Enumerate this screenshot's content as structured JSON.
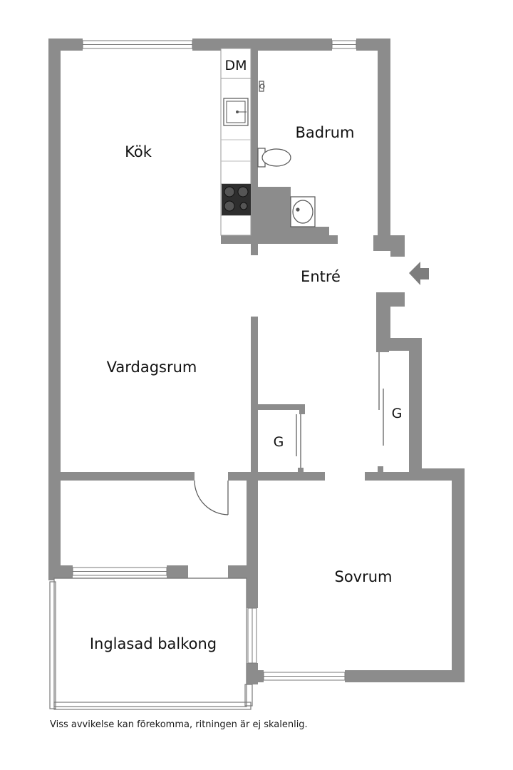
{
  "rooms": {
    "kitchen": "Kök",
    "bathroom": "Badrum",
    "entrance": "Entré",
    "living_room": "Vardagsrum",
    "bedroom": "Sovrum",
    "balcony": "Inglasad balkong",
    "wardrobe_1": "G",
    "wardrobe_2": "G",
    "dishwasher": "DM"
  },
  "disclaimer": "Viss avvikelse kan förekomma, ritningen är ej skalenlig.",
  "colors": {
    "wall": "#8c8c8c",
    "wall_outline": "#6e6e6e",
    "background": "#ffffff",
    "fixture_line": "#555555",
    "stove": "#333333"
  },
  "icons": [
    "entrance-arrow-icon",
    "stove-icon",
    "sink-icon",
    "toilet-icon",
    "washbasin-icon",
    "faucet-icon"
  ]
}
